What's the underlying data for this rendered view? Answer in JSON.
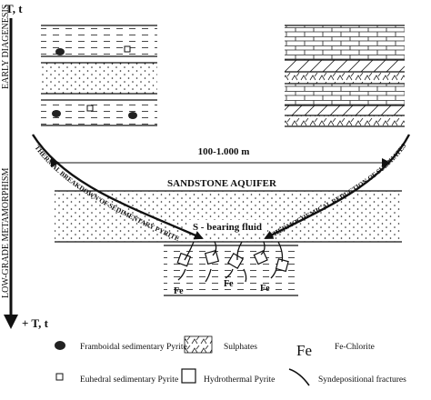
{
  "axis": {
    "top_label": "T, t",
    "bottom_label": "+ T, t",
    "upper_stage": "EARLY DIAGENESIS",
    "lower_stage": "LOW-GRADE METAMORPHISM"
  },
  "distance_label": "100-1.000 m",
  "aquifer_label": "SANDSTONE AQUIFER",
  "fluid_label": "S - bearing fluid",
  "left_process": "THERMAL BREAKDOWN OF SEDIMENTARY PYRITE",
  "right_process": "THERMOCHEMICAL REDUCTION OF SULPHATES",
  "fe_labels": [
    "Fe",
    "Fe",
    "Fe"
  ],
  "legend": {
    "framboidal": "Framboidal sedimentary Pyrite",
    "sulphates": "Sulphates",
    "fe_symbol": "Fe",
    "fe_chlorite": "Fe-Chlorite",
    "euhedral": "Euhedral sedimentary Pyrite",
    "hydrothermal": "Hydrothermal Pyrite",
    "fractures": "Syndepositional fractures"
  }
}
